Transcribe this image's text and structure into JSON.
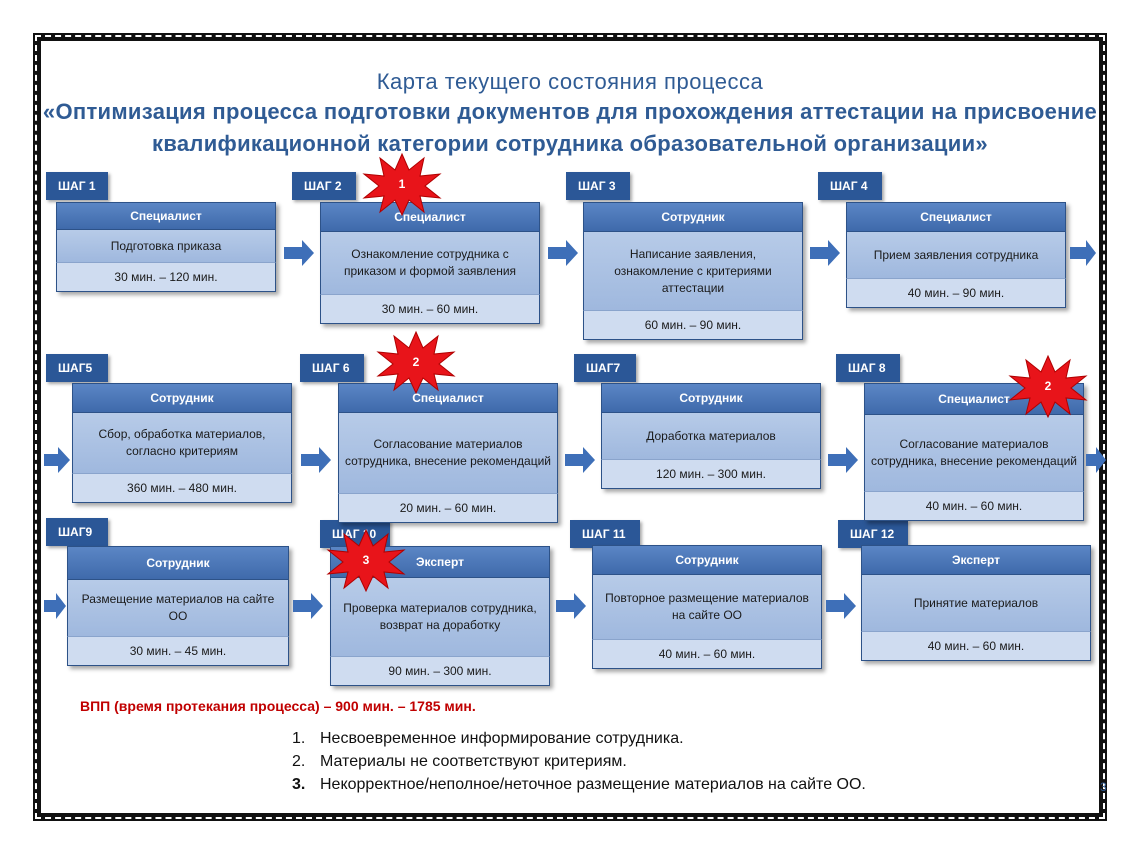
{
  "title": {
    "line1": "Карта текущего  состояния  процесса",
    "line2": "«Оптимизация  процесса подготовки  документов  для  прохождения  аттестации на присвоение",
    "line3": "квалификационной  категории  сотрудника  образовательной  организации»"
  },
  "steps": [
    {
      "tab": "ШАГ 1",
      "role": "Специалист",
      "task": "Подготовка приказа",
      "time": "30 мин. – 120 мин."
    },
    {
      "tab": "ШАГ 2",
      "role": "Специалист",
      "task": "Ознакомление сотрудника с приказом и формой заявления",
      "time": "30 мин. – 60 мин."
    },
    {
      "tab": "ШАГ 3",
      "role": "Сотрудник",
      "task": "Написание заявления, ознакомление с критериями аттестации",
      "time": "60 мин. – 90 мин."
    },
    {
      "tab": "ШАГ 4",
      "role": "Специалист",
      "task": "Прием заявления сотрудника",
      "time": "40 мин. – 90 мин."
    },
    {
      "tab": "ШАГ5",
      "role": "Сотрудник",
      "task": "Сбор, обработка  материалов, согласно критериям",
      "time": "360 мин. – 480 мин."
    },
    {
      "tab": "ШАГ 6",
      "role": "Специалист",
      "task": "Согласование материалов сотрудника, внесение рекомендаций",
      "time": "20 мин. –  60 мин."
    },
    {
      "tab": "ШАГ7",
      "role": "Сотрудник",
      "task": "Доработка  материалов",
      "time": "120 мин. – 300 мин."
    },
    {
      "tab": "ШАГ 8",
      "role": "Специалист",
      "task": "Согласование материалов сотрудника, внесение рекомендаций",
      "time": "40 мин. – 60 мин."
    },
    {
      "tab": "ШАГ9",
      "role": "Сотрудник",
      "task": "Размещение материалов на сайте ОО",
      "time": "30 мин. – 45 мин."
    },
    {
      "tab": "ШАГ 10",
      "role": "Эксперт",
      "task": "Проверка материалов сотрудника, возврат на доработку",
      "time": "90 мин. – 300 мин."
    },
    {
      "tab": "ШАГ 11",
      "role": "Сотрудник",
      "task": "Повторное  размещение материалов  на сайте ОО",
      "time": "40 мин. – 60 мин."
    },
    {
      "tab": "ШАГ 12",
      "role": "Эксперт",
      "task": "Принятие материалов",
      "time": "40 мин. – 60 мин."
    }
  ],
  "bursts": [
    "1",
    "2",
    "2",
    "3"
  ],
  "vpp": "ВПП (время протекания процесса) – 900 мин. – 1785 мин.",
  "problems": [
    {
      "num": "1.",
      "text": "Несвоевременное информирование сотрудника."
    },
    {
      "num": "2.",
      "text": "Материалы не соответствуют критериям."
    },
    {
      "num": "3.",
      "text": "Некорректное/неполное/неточное размещение материалов на сайте ОО."
    }
  ],
  "page_number": "3",
  "colors": {
    "accent": "#2b5797",
    "title": "#2f5b94",
    "burst": "#e8141a",
    "vpp": "#c00000"
  }
}
